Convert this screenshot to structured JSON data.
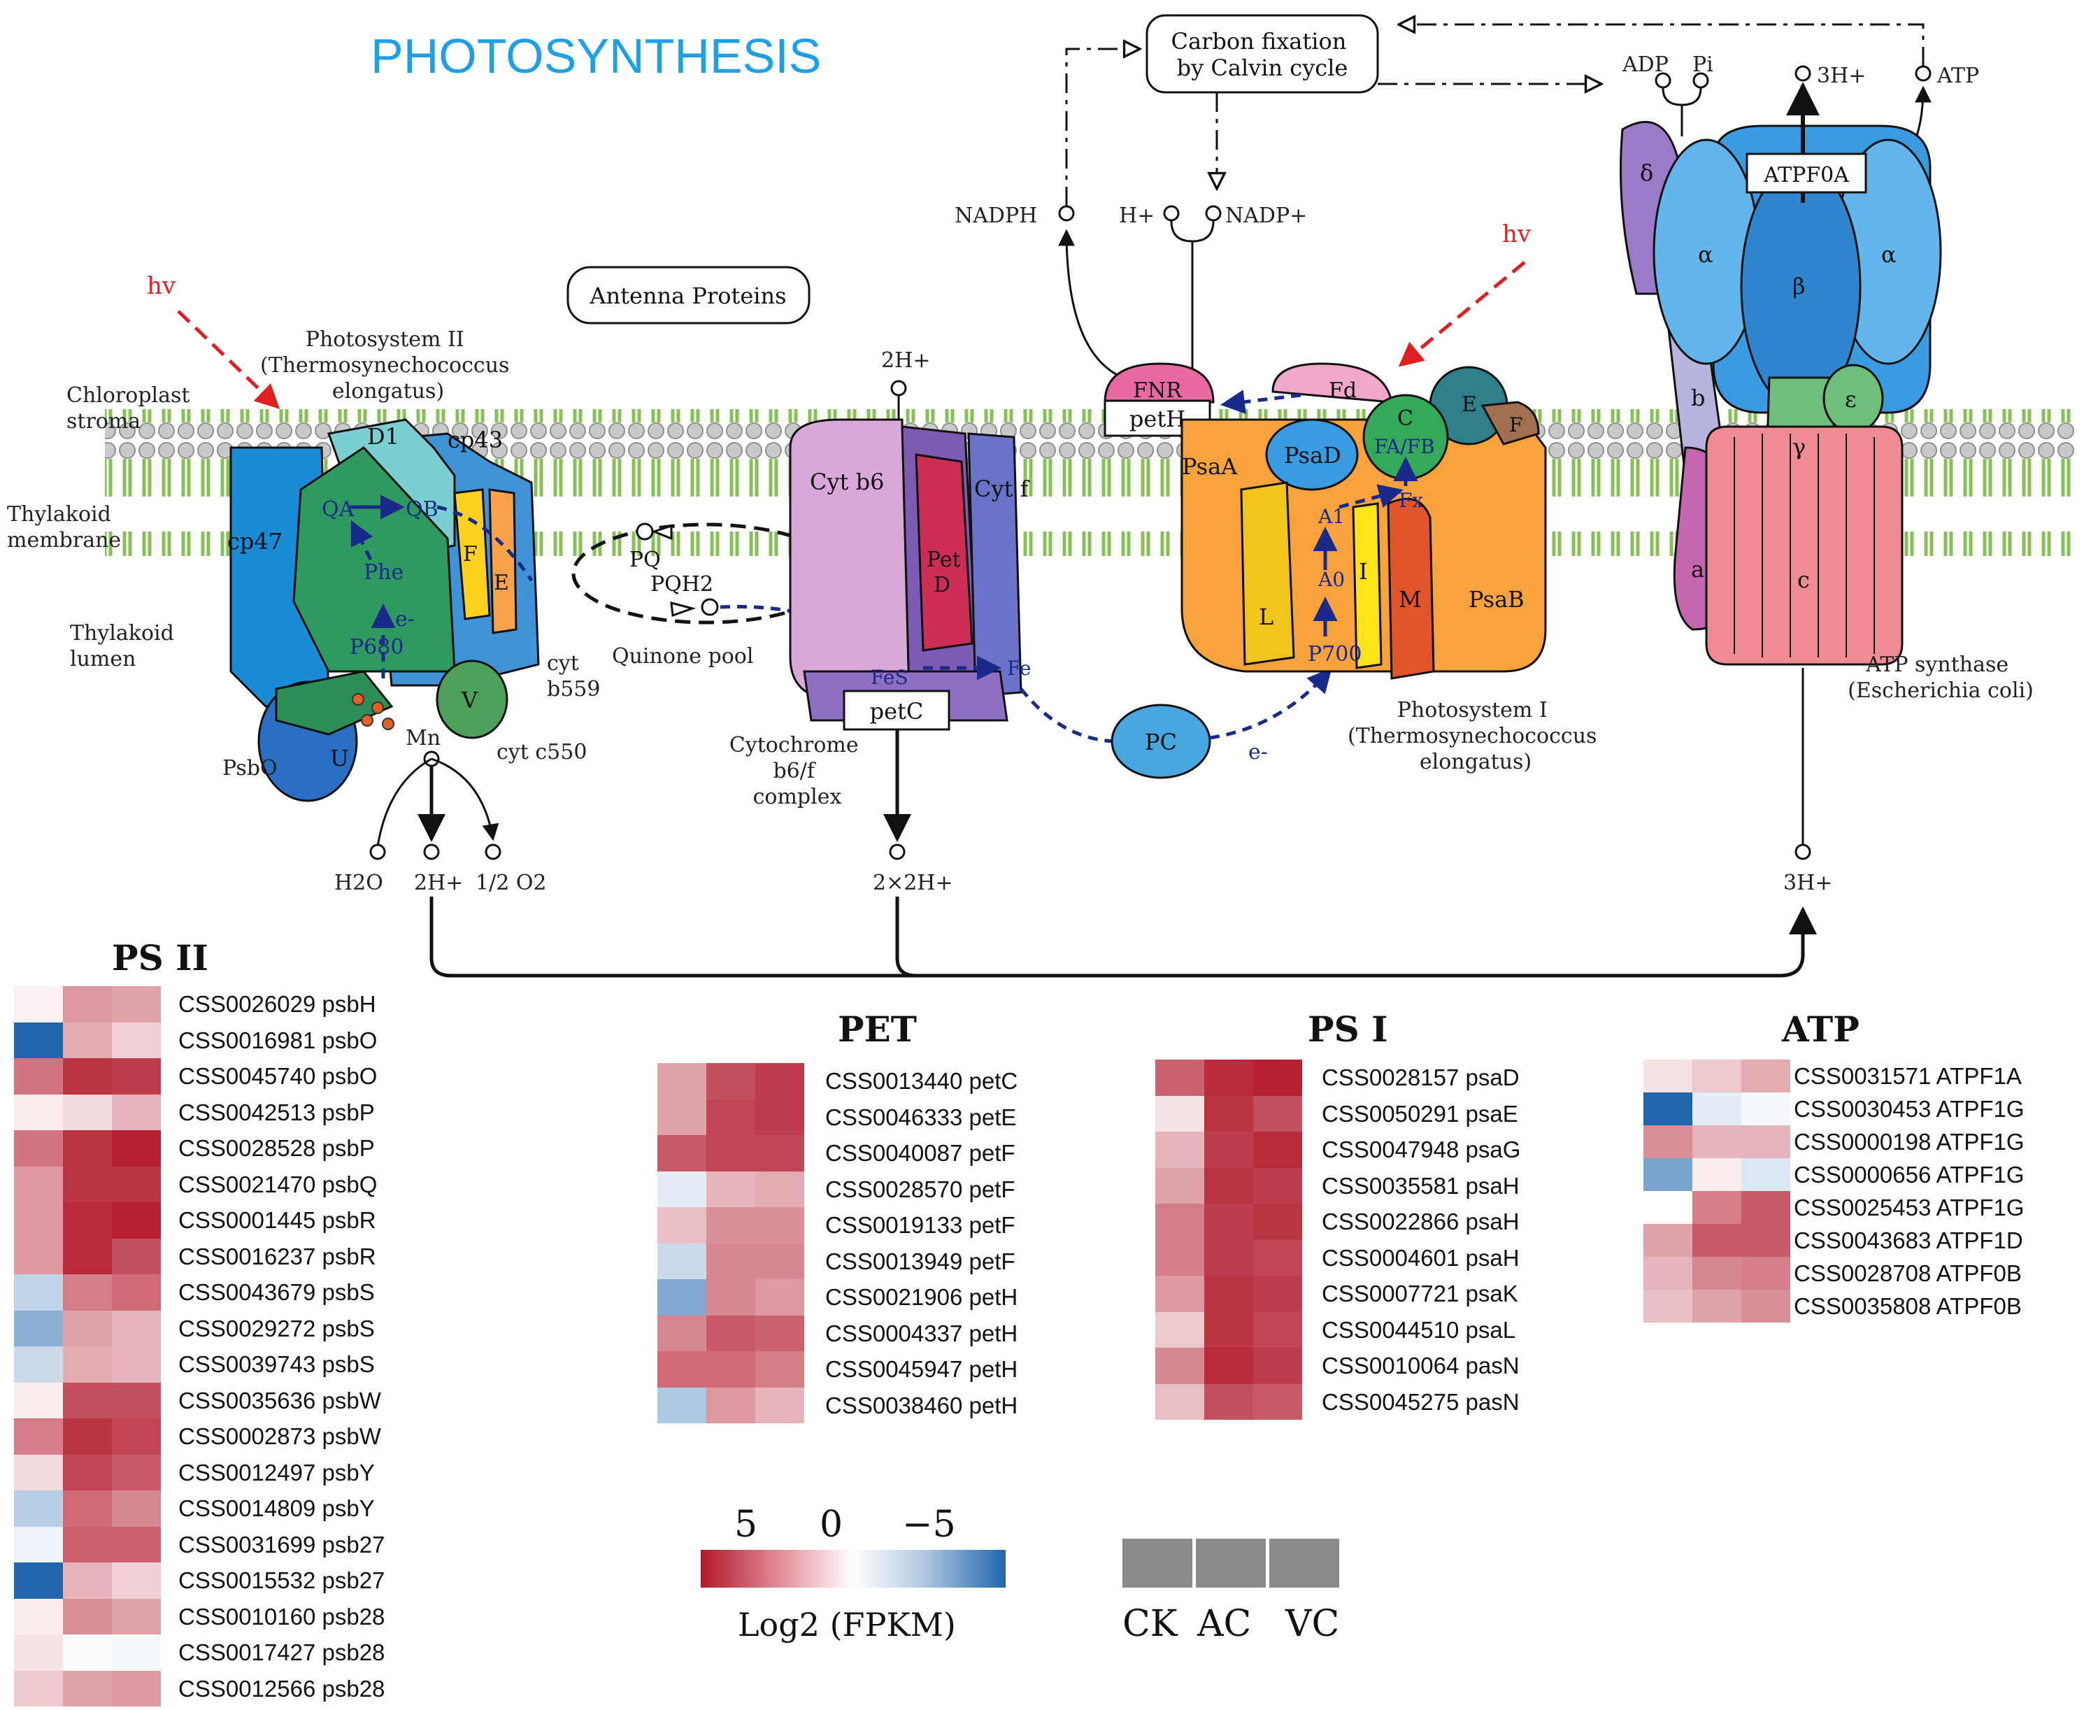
{
  "title": "PHOTOSYNTHESIS",
  "colors": {
    "title": "#1fa0e6",
    "hv": "#e02020",
    "electron": "#1a2a8a"
  },
  "diagram": {
    "hv_left": "hv",
    "hv_right": "hv",
    "chloroplast_stroma": [
      "Chloroplast",
      "stroma"
    ],
    "thylakoid_membrane": [
      "Thylakoid",
      "membrane"
    ],
    "thylakoid_lumen": [
      "Thylakoid",
      "lumen"
    ],
    "ps2_title": [
      "Photosystem II",
      "(Thermosynechococcus",
      "elongatus)"
    ],
    "antenna": "Antenna Proteins",
    "ps2_parts": {
      "cp47": "cp47",
      "d1": "D1",
      "cp43": "cp43",
      "qa": "QA",
      "qb": "QB",
      "phe": "Phe",
      "e": "e-",
      "p680": "P680",
      "f": "F",
      "e_sub": "E",
      "psbo": "PsbO",
      "u": "U",
      "v": "V",
      "mn": "Mn",
      "cyt_b559": [
        "cyt",
        "b559"
      ],
      "cyt_c550": "cyt c550"
    },
    "water": {
      "h2o": "H2O",
      "h": "2H+",
      "o2": "1/2 O2"
    },
    "quinone": {
      "pq": "PQ",
      "pqh2": "PQH2",
      "pool": "Quinone pool"
    },
    "cytb6f": {
      "h_top": "2H+",
      "cyt_b6": "Cyt b6",
      "pet_d": [
        "Pet",
        "D"
      ],
      "cyt_f": "Cyt f",
      "fes": "FeS",
      "fe": "Fe",
      "petc": "petC",
      "title": [
        "Cytochrome",
        "b6/f",
        "complex"
      ],
      "h_bottom": "2×2H+"
    },
    "pc": "PC",
    "e_minus": "e-",
    "calvin": [
      "Carbon fixation",
      "by Calvin cycle"
    ],
    "nadph": "NADPH",
    "h_plus": "H+",
    "nadp": "NADP+",
    "fnr": "FNR",
    "peth": "petH",
    "ps1_parts": {
      "fd": "Fd",
      "c": "C",
      "e": "E",
      "f": "F",
      "psaa": "PsaA",
      "psad": "PsaD",
      "fafb": "FA/FB",
      "fx": "Fx",
      "a1": "A1",
      "a0": "A0",
      "l": "L",
      "i": "I",
      "m": "M",
      "psab": "PsaB",
      "p700": "P700"
    },
    "ps1_title": [
      "Photosystem I",
      "(Thermosynechococcus",
      "elongatus)"
    ],
    "atp": {
      "adp": "ADP",
      "pi": "Pi",
      "h_top": "3H+",
      "atp": "ATP",
      "atpf0a": "ATPF0A",
      "delta": "δ",
      "alpha": "α",
      "beta": "β",
      "epsilon": "ε",
      "b": "b",
      "gamma": "γ",
      "a": "a",
      "c": "c",
      "title": [
        "ATP synthase",
        "(Escherichia coli)"
      ],
      "h_bottom": "3H+"
    }
  },
  "heatmaps": {
    "ps2": {
      "title": "PS II",
      "labels": [
        "CSS0026029 psbH",
        "CSS0016981 psbO",
        "CSS0045740 psbO",
        "CSS0042513 psbP",
        "CSS0028528 psbP",
        "CSS0021470 psbQ",
        "CSS0001445 psbR",
        "CSS0016237 psbR",
        "CSS0043679 psbS",
        "CSS0029272 psbS",
        "CSS0039743 psbS",
        "CSS0035636 psbW",
        "CSS0002873 psbW",
        "CSS0012497 psbY",
        "CSS0014809 psbY",
        "CSS0031699 psb27",
        "CSS0015532 psb27",
        "CSS0010160 psb28",
        "CSS0017427 psb28",
        "CSS0012566 psb28"
      ],
      "values": [
        [
          0.3,
          2.2,
          2.0
        ],
        [
          -5.0,
          1.8,
          1.0
        ],
        [
          3.0,
          4.4,
          4.2
        ],
        [
          0.4,
          0.8,
          1.6
        ],
        [
          3.0,
          4.4,
          4.8
        ],
        [
          2.2,
          4.4,
          4.4
        ],
        [
          2.2,
          4.6,
          4.8
        ],
        [
          2.2,
          4.6,
          3.8
        ],
        [
          -1.4,
          2.8,
          3.2
        ],
        [
          -2.6,
          2.0,
          1.6
        ],
        [
          -1.2,
          1.8,
          1.6
        ],
        [
          0.4,
          3.8,
          3.8
        ],
        [
          2.8,
          4.4,
          4.0
        ],
        [
          0.8,
          4.0,
          3.6
        ],
        [
          -1.6,
          3.2,
          2.6
        ],
        [
          -0.4,
          3.4,
          3.4
        ],
        [
          -5.0,
          1.6,
          1.0
        ],
        [
          0.4,
          2.4,
          2.0
        ],
        [
          0.6,
          0.1,
          -0.2
        ],
        [
          1.2,
          2.0,
          2.2
        ]
      ]
    },
    "pet": {
      "title": "PET",
      "labels": [
        "CSS0013440 petC",
        "CSS0046333 petE",
        "CSS0040087 petF",
        "CSS0028570 petF",
        "CSS0019133 petF",
        "CSS0013949 petF",
        "CSS0021906 petH",
        "CSS0004337 petH",
        "CSS0045947 petH",
        "CSS0038460 petH"
      ],
      "values": [
        [
          2.0,
          3.8,
          4.2
        ],
        [
          2.0,
          4.0,
          4.2
        ],
        [
          3.6,
          4.0,
          4.0
        ],
        [
          -0.6,
          1.6,
          1.8
        ],
        [
          1.4,
          2.4,
          2.4
        ],
        [
          -1.2,
          2.6,
          2.6
        ],
        [
          -2.8,
          2.6,
          2.2
        ],
        [
          2.6,
          3.6,
          3.4
        ],
        [
          3.2,
          3.2,
          2.8
        ],
        [
          -1.8,
          2.2,
          1.6
        ]
      ]
    },
    "ps1": {
      "title": "PS I",
      "labels": [
        "CSS0028157 psaD",
        "CSS0050291 psaE",
        "CSS0047948 psaG",
        "CSS0035581 psaH",
        "CSS0022866 psaH",
        "CSS0004601 psaH",
        "CSS0007721 psaK",
        "CSS0044510 psaL",
        "CSS0010064 pasN",
        "CSS0045275 pasN"
      ],
      "values": [
        [
          3.4,
          4.6,
          4.8
        ],
        [
          0.6,
          4.4,
          3.8
        ],
        [
          1.6,
          4.2,
          4.6
        ],
        [
          2.0,
          4.4,
          4.2
        ],
        [
          2.8,
          4.2,
          4.4
        ],
        [
          2.8,
          4.2,
          4.0
        ],
        [
          2.2,
          4.4,
          4.2
        ],
        [
          1.2,
          4.4,
          4.0
        ],
        [
          2.6,
          4.6,
          4.2
        ],
        [
          1.4,
          3.8,
          3.6
        ]
      ]
    },
    "atp": {
      "title": "ATP",
      "labels": [
        "CSS0031571 ATPF1A",
        "CSS0030453 ATPF1G",
        "CSS0000198 ATPF1G",
        "CSS0000656 ATPF1G",
        "CSS0025453 ATPF1G",
        "CSS0043683 ATPF1D",
        "CSS0028708 ATPF0B",
        "CSS0035808 ATPF0B"
      ],
      "values": [
        [
          0.6,
          1.2,
          1.8
        ],
        [
          -5.0,
          -0.6,
          -0.2
        ],
        [
          2.4,
          1.6,
          1.6
        ],
        [
          -3.0,
          0.4,
          -0.8
        ],
        [
          0.0,
          2.8,
          3.6
        ],
        [
          2.0,
          3.6,
          3.6
        ],
        [
          1.6,
          2.6,
          2.8
        ],
        [
          1.4,
          2.0,
          2.4
        ]
      ]
    }
  },
  "legend": {
    "ticks": [
      "5",
      "0",
      "−5"
    ],
    "title": "Log2 (FPKM)",
    "samples": [
      "CK",
      "AC",
      "VC"
    ]
  }
}
